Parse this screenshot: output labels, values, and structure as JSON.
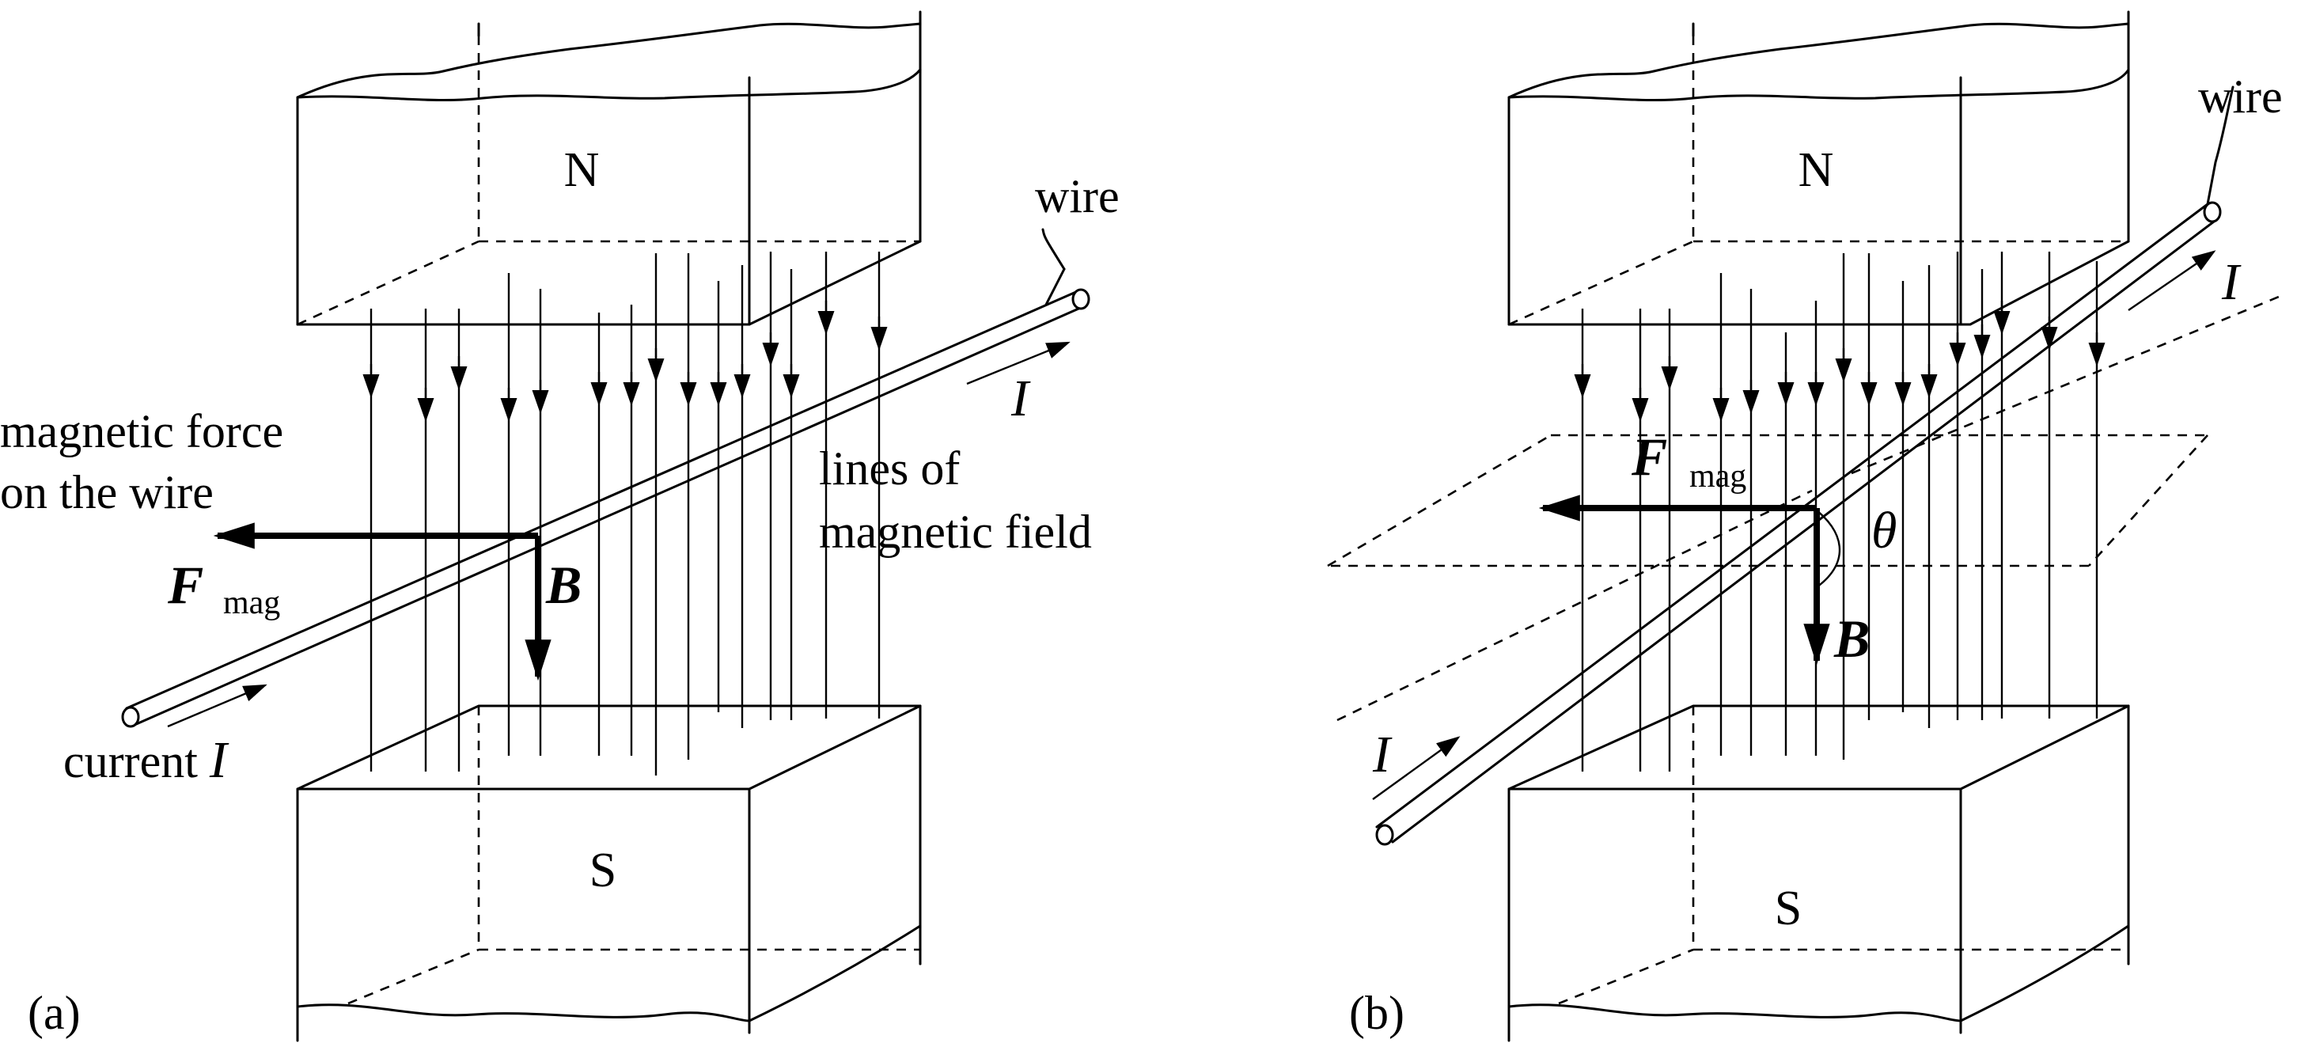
{
  "panel_a": {
    "tag": "(a)",
    "north_label": "N",
    "south_label": "S",
    "wire_label": "wire",
    "current_symbol": "I",
    "current_label_prefix": "current",
    "current_label_symbol": "I",
    "force_caption_line1": "magnetic force",
    "force_caption_line2": "on the wire",
    "force_symbol": "F",
    "force_subscript": "mag",
    "field_symbol": "B",
    "field_lines_line1": "lines of",
    "field_lines_line2": "magnetic field"
  },
  "panel_b": {
    "tag": "(b)",
    "north_label": "N",
    "south_label": "S",
    "wire_label": "wire",
    "current_symbol_top": "I",
    "current_symbol_bottom": "I",
    "force_symbol": "F",
    "force_subscript": "mag",
    "field_symbol": "B",
    "angle_symbol": "θ"
  }
}
